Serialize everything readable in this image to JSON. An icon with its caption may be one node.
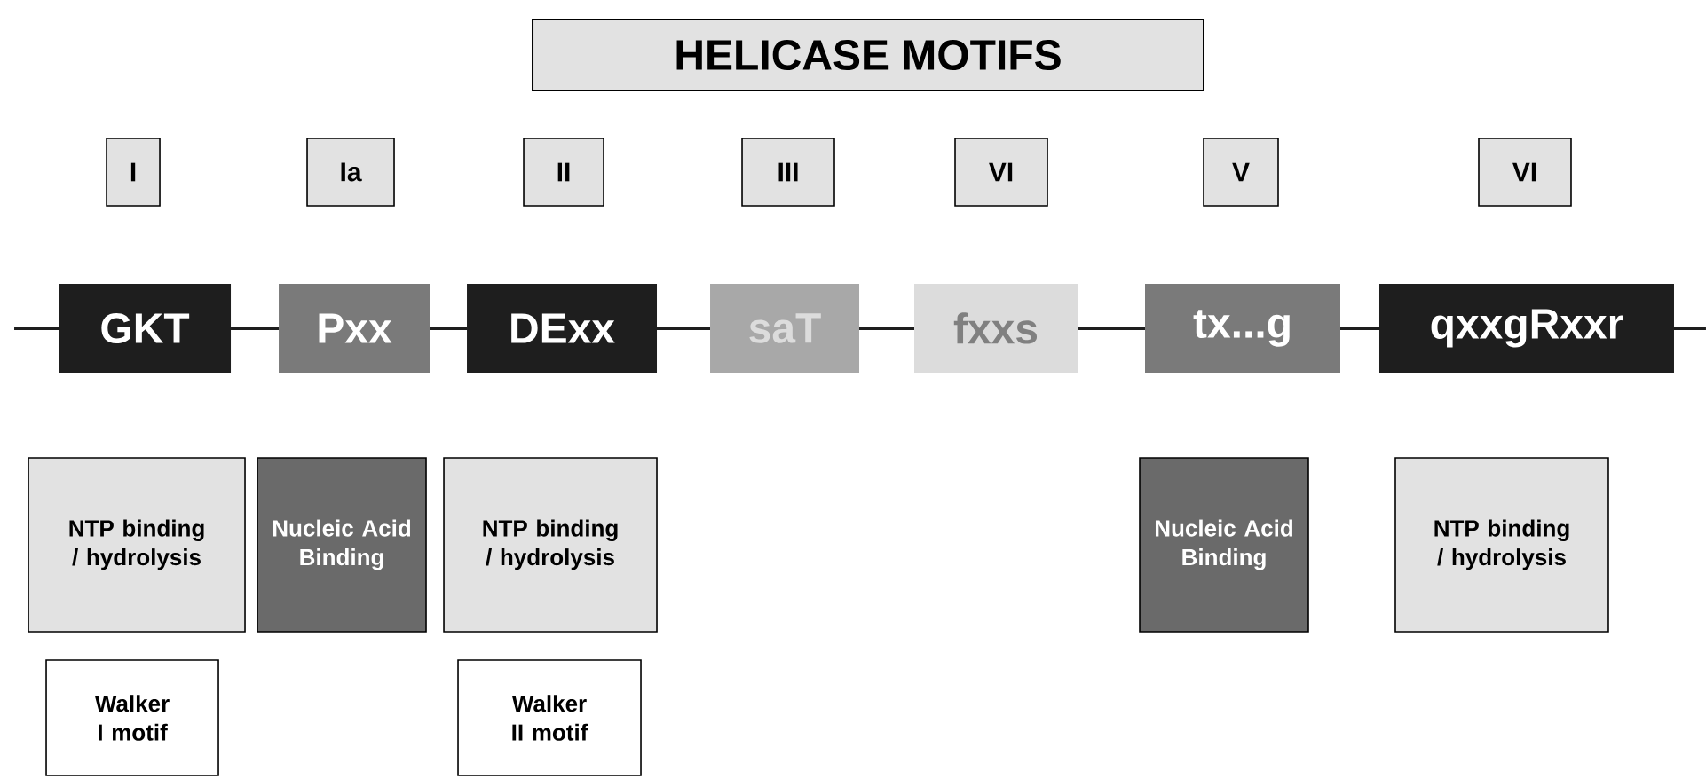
{
  "diagram": {
    "title": "HELICASE MOTIFS",
    "nodes": [
      {
        "text": [
          "I"
        ]
      },
      {
        "text": [
          "Ia"
        ]
      },
      {
        "text": [
          "II"
        ]
      },
      {
        "text": [
          "III"
        ]
      },
      {
        "text": [
          "VI"
        ]
      },
      {
        "text": [
          "V"
        ]
      },
      {
        "text": [
          "VI"
        ]
      },
      {
        "text": [
          "GKT"
        ]
      },
      {
        "text": [
          "Pxx"
        ]
      },
      {
        "text": [
          "DExx"
        ]
      },
      {
        "text": [
          "saT"
        ]
      },
      {
        "text": [
          "fxxs"
        ]
      },
      {
        "text": [
          "tx...g"
        ]
      },
      {
        "text": [
          "qxxgRxxr"
        ]
      },
      {
        "text": [
          "NTP binding / hydrolysis"
        ]
      },
      {
        "text": [
          "Nucleic Acid Binding"
        ]
      },
      {
        "text": [
          "NTP binding / hydrolysis"
        ]
      },
      {
        "text": [
          "Nucleic Acid Binding"
        ]
      },
      {
        "text": [
          "NTP binding / hydrolysis"
        ]
      },
      {
        "text": [
          "Walker I motif"
        ]
      },
      {
        "text": [
          "Walker II motif"
        ]
      }
    ],
    "edges": [
      {
        "from": null,
        "to": 7,
        "arrow": "none"
      },
      {
        "from": 7,
        "to": 8,
        "arrow": "none"
      },
      {
        "from": 8,
        "to": 9,
        "arrow": "none"
      },
      {
        "from": 9,
        "to": 10,
        "arrow": "none"
      },
      {
        "from": 10,
        "to": 11,
        "arrow": "none"
      },
      {
        "from": 11,
        "to": 12,
        "arrow": "none"
      },
      {
        "from": 12,
        "to": 13,
        "arrow": "none"
      },
      {
        "from": 13,
        "to": null,
        "arrow": "none"
      }
    ]
  }
}
